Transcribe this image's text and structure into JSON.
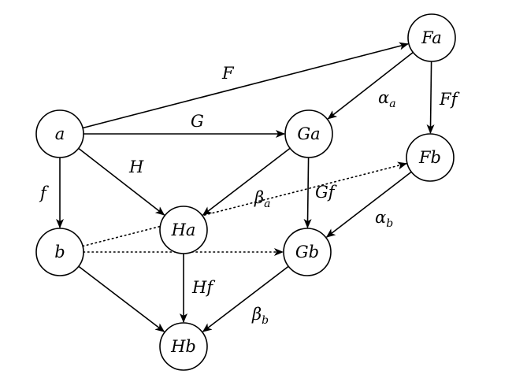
{
  "nodes": [
    {
      "id": "a",
      "label": "a"
    },
    {
      "id": "b",
      "label": "b"
    },
    {
      "id": "Fa",
      "label": "Fa"
    },
    {
      "id": "Fb",
      "label": "Fb"
    },
    {
      "id": "Ga",
      "label": "Ga"
    },
    {
      "id": "Gb",
      "label": "Gb"
    },
    {
      "id": "Ha",
      "label": "Ha"
    },
    {
      "id": "Hb",
      "label": "Hb"
    }
  ],
  "edges": [
    {
      "id": "F",
      "from": "a",
      "to": "Fa",
      "label": "F",
      "sub": "",
      "style": "solid"
    },
    {
      "id": "G",
      "from": "a",
      "to": "Ga",
      "label": "G",
      "sub": "",
      "style": "solid"
    },
    {
      "id": "H",
      "from": "a",
      "to": "Ha",
      "label": "H",
      "sub": "",
      "style": "solid"
    },
    {
      "id": "f",
      "from": "a",
      "to": "b",
      "label": "f",
      "sub": "",
      "style": "solid"
    },
    {
      "id": "alpha_a",
      "from": "Fa",
      "to": "Ga",
      "label": "α",
      "sub": "a",
      "style": "solid"
    },
    {
      "id": "Ff",
      "from": "Fa",
      "to": "Fb",
      "label": "Ff",
      "sub": "",
      "style": "solid"
    },
    {
      "id": "Ga_Ha",
      "from": "Ga",
      "to": "Ha",
      "label": "",
      "sub": "",
      "style": "solid"
    },
    {
      "id": "Gf",
      "from": "Ga",
      "to": "Gb",
      "label": "Gf",
      "sub": "",
      "style": "solid"
    },
    {
      "id": "alpha_b",
      "from": "Fb",
      "to": "Gb",
      "label": "α",
      "sub": "b",
      "style": "solid"
    },
    {
      "id": "beta_a",
      "from": "b",
      "to": "Fb",
      "label": "β",
      "sub": "a",
      "style": "dotted"
    },
    {
      "id": "b_Gb",
      "from": "b",
      "to": "Gb",
      "label": "",
      "sub": "",
      "style": "dotted"
    },
    {
      "id": "b_Hb",
      "from": "b",
      "to": "Hb",
      "label": "",
      "sub": "",
      "style": "solid"
    },
    {
      "id": "Hf",
      "from": "Ha",
      "to": "Hb",
      "label": "Hf",
      "sub": "",
      "style": "solid"
    },
    {
      "id": "beta_b",
      "from": "Gb",
      "to": "Hb",
      "label": "β",
      "sub": "b",
      "style": "solid"
    }
  ]
}
